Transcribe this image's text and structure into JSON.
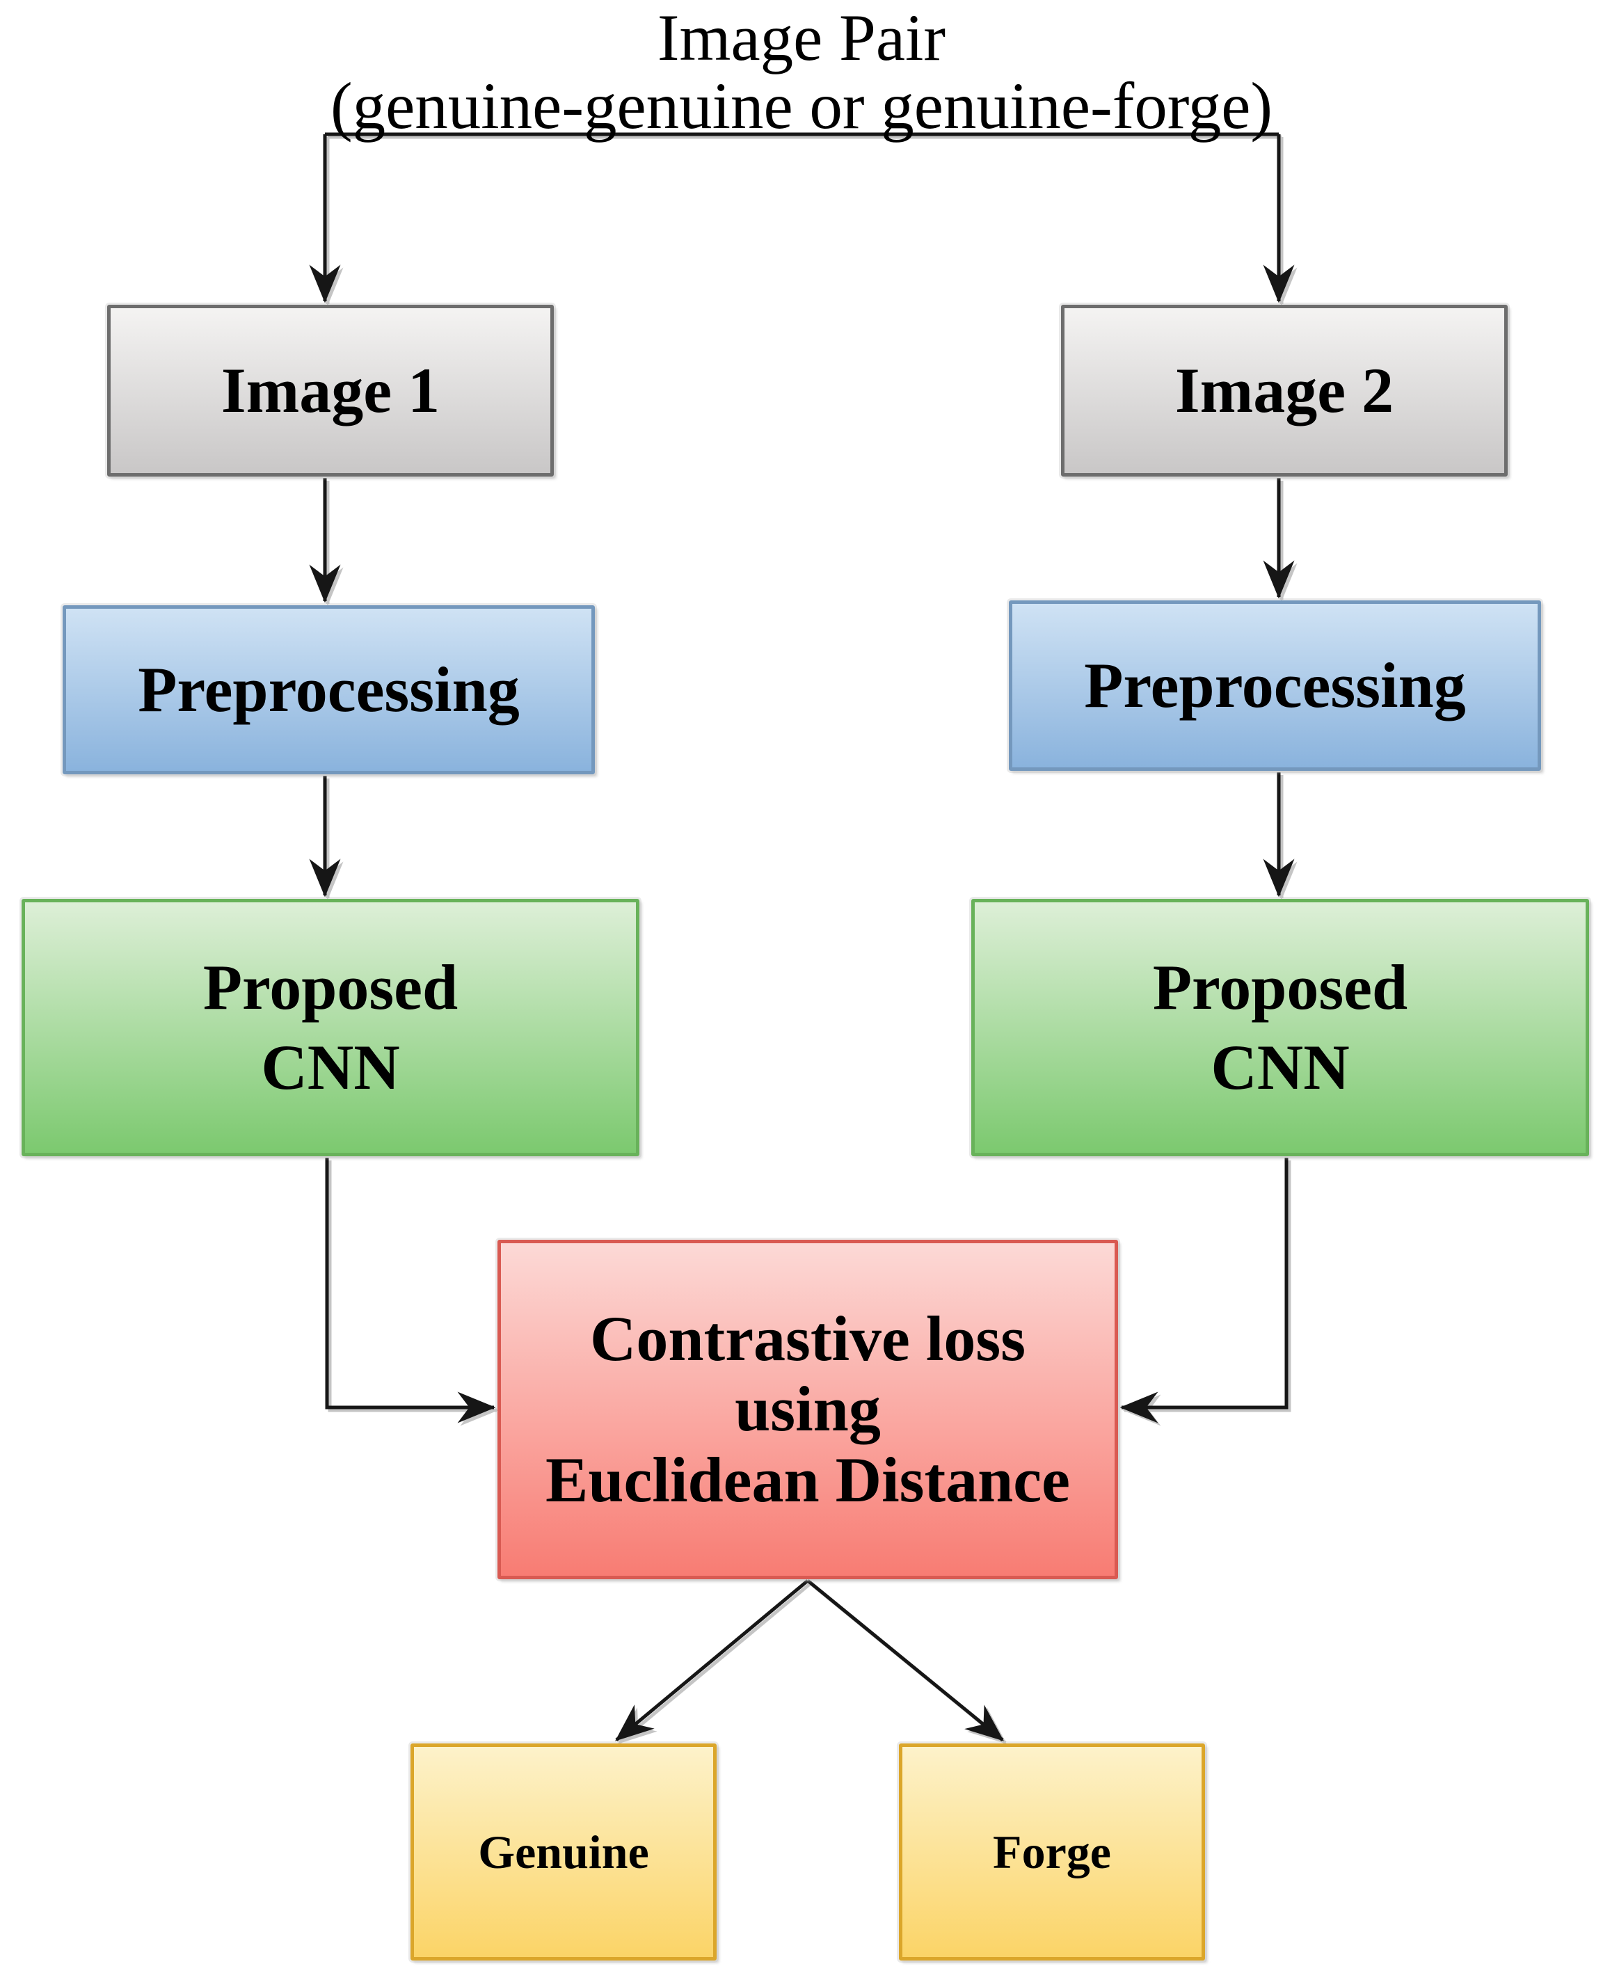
{
  "title": {
    "line1": "Image Pair",
    "line2": "(genuine-genuine or genuine-forge)"
  },
  "nodes": {
    "image1": {
      "label": "Image 1",
      "fill_top": "#f4f3f2",
      "fill_bottom": "#c9c7c7",
      "border": "#6d6d6d"
    },
    "image2": {
      "label": "Image 2",
      "fill_top": "#f4f3f2",
      "fill_bottom": "#c9c7c7",
      "border": "#6d6d6d"
    },
    "prep1": {
      "label": "Preprocessing",
      "fill_top": "#cfe2f4",
      "fill_bottom": "#8ab3dd",
      "border": "#7498bd"
    },
    "prep2": {
      "label": "Preprocessing",
      "fill_top": "#cfe2f4",
      "fill_bottom": "#8ab3dd",
      "border": "#7498bd"
    },
    "cnn1": {
      "label_line1": "Proposed",
      "label_line2": "CNN",
      "fill_top": "#ddefd7",
      "fill_bottom": "#7cc96f",
      "border": "#68b25a"
    },
    "cnn2": {
      "label_line1": "Proposed",
      "label_line2": "CNN",
      "fill_top": "#ddefd7",
      "fill_bottom": "#7cc96f",
      "border": "#68b25a"
    },
    "loss": {
      "label_line1": "Contrastive loss",
      "label_line2": "using",
      "label_line3": "Euclidean Distance",
      "fill_top": "#fcd9d6",
      "fill_bottom": "#f87c73",
      "border": "#d95a52"
    },
    "genuine": {
      "label": "Genuine",
      "fill_top": "#fdf2ca",
      "fill_bottom": "#fbd467",
      "border": "#dba62a"
    },
    "forge": {
      "label": "Forge",
      "fill_top": "#fdf2ca",
      "fill_bottom": "#fbd467",
      "border": "#dba62a"
    }
  },
  "connector_color": "#161616"
}
